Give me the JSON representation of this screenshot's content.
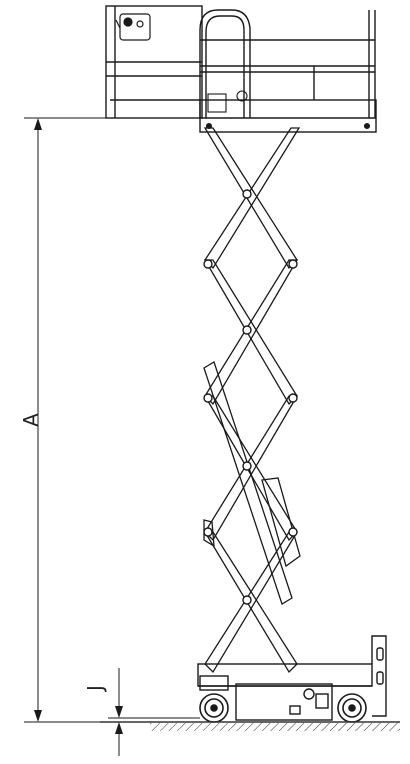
{
  "diagram": {
    "dimension_labels": {
      "platform_height": "A",
      "ground_clearance": "J"
    },
    "colors": {
      "line": "#1a1a1a",
      "ground": "#333333",
      "background": "#ffffff"
    },
    "scissor": {
      "stages": 4,
      "pin_type": "circle-pin"
    }
  }
}
